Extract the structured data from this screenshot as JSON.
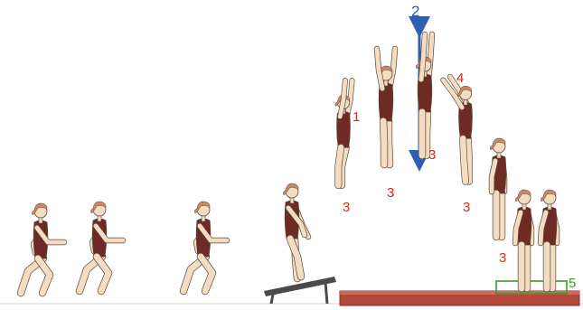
{
  "colors": {
    "skin": "#f3dcc0",
    "leotard": "#6e2b25",
    "hair": "#c9876a",
    "outline": "#5a463c",
    "mat": "#b4463a",
    "mat_edge": "#8a2f27",
    "board": "#4a4a4a",
    "arrow": "#2f5fb0",
    "label": "#d42a1f",
    "box": "#3a9a2a"
  },
  "labels": {
    "marker_1": "1",
    "marker_2": "2",
    "marker_4": "4",
    "marker_5": "5",
    "marker_3a": "3",
    "marker_3b": "3",
    "marker_3c": "3",
    "marker_3d": "3",
    "marker_3e": "3"
  },
  "figures": [
    {
      "id": "run-1",
      "pose": "run"
    },
    {
      "id": "run-2",
      "pose": "run"
    },
    {
      "id": "run-3",
      "pose": "run"
    },
    {
      "id": "takeoff",
      "pose": "takeoff"
    },
    {
      "id": "flight-1",
      "pose": "rise"
    },
    {
      "id": "flight-2",
      "pose": "peak"
    },
    {
      "id": "flight-3",
      "pose": "peak-high"
    },
    {
      "id": "flight-4",
      "pose": "descend"
    },
    {
      "id": "landing-1",
      "pose": "land"
    },
    {
      "id": "landing-2",
      "pose": "stand"
    },
    {
      "id": "landing-3",
      "pose": "stand"
    }
  ]
}
